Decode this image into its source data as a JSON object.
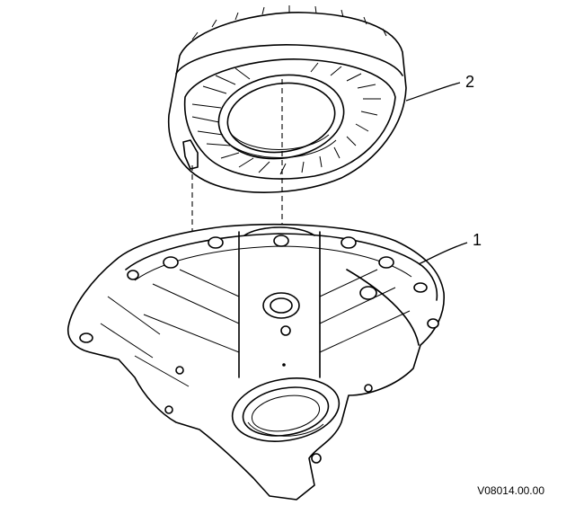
{
  "diagram": {
    "callouts": [
      {
        "id": "callout-1",
        "label": "1"
      },
      {
        "id": "callout-2",
        "label": "2"
      }
    ],
    "figure_code": "V08014.00.00"
  }
}
